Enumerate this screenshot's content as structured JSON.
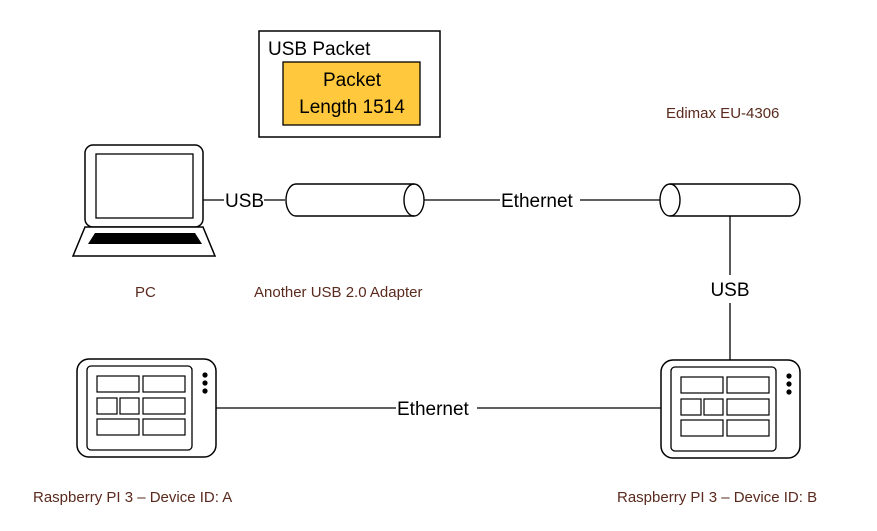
{
  "packet_box": {
    "title": "USB Packet",
    "inner_line1": "Packet",
    "inner_line2": "Length 1514",
    "inner_fill": "#ffc83d"
  },
  "labels": {
    "edimax": "Edimax EU-4306",
    "pc": "PC",
    "another_adapter": "Another USB 2.0 Adapter",
    "pi_a": "Raspberry PI 3 – Device ID: A",
    "pi_b": "Raspberry PI 3 – Device ID: B"
  },
  "links": {
    "usb_pc": "USB",
    "ethernet_top": "Ethernet",
    "usb_vertical": "USB",
    "ethernet_bottom": "Ethernet"
  },
  "colors": {
    "caption_text": "#5a2a1e",
    "line": "#000000"
  }
}
